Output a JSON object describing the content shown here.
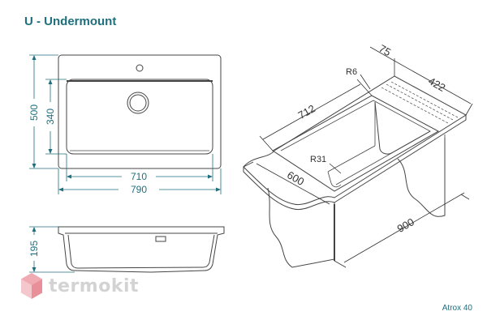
{
  "title": "U - Undermount",
  "model": "Atrox 40",
  "logo_text": "termokit",
  "colors": {
    "accent": "#1f6f7e",
    "line": "#444444",
    "logo": "#d3d3d3"
  },
  "top_view": {
    "outer_width": "790",
    "inner_width": "710",
    "outer_depth": "500",
    "inner_depth": "340"
  },
  "side_view": {
    "height": "195"
  },
  "iso_view": {
    "length": "712",
    "width": "600",
    "cabinet": "900",
    "corner_radius": "R6",
    "bowl_radius": "R31",
    "rim": "75",
    "depth": "422"
  }
}
